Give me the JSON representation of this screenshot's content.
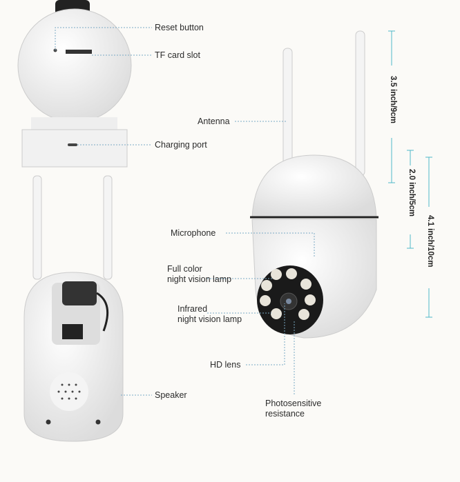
{
  "labels": {
    "reset_button": "Reset button",
    "tf_card_slot": "TF card slot",
    "charging_port": "Charging port",
    "antenna": "Antenna",
    "microphone": "Microphone",
    "full_color_lamp_line1": "Full color",
    "full_color_lamp_line2": "night vision lamp",
    "infrared_lamp_line1": "Infrared",
    "infrared_lamp_line2": "night vision lamp",
    "hd_lens": "HD lens",
    "speaker": "Speaker",
    "photosensitive_line1": "Photosensitive",
    "photosensitive_line2": "resistance"
  },
  "dimensions": {
    "antenna_height": "3.5 inch/9cm",
    "head_height": "2.0 inch/5cm",
    "body_height": "4.1 inch/10cm"
  },
  "colors": {
    "leader_line": "#7aa9c4",
    "dimension_line": "#4fb8c8",
    "camera_body": "#ffffff",
    "lens_face": "#1a1a1a"
  }
}
